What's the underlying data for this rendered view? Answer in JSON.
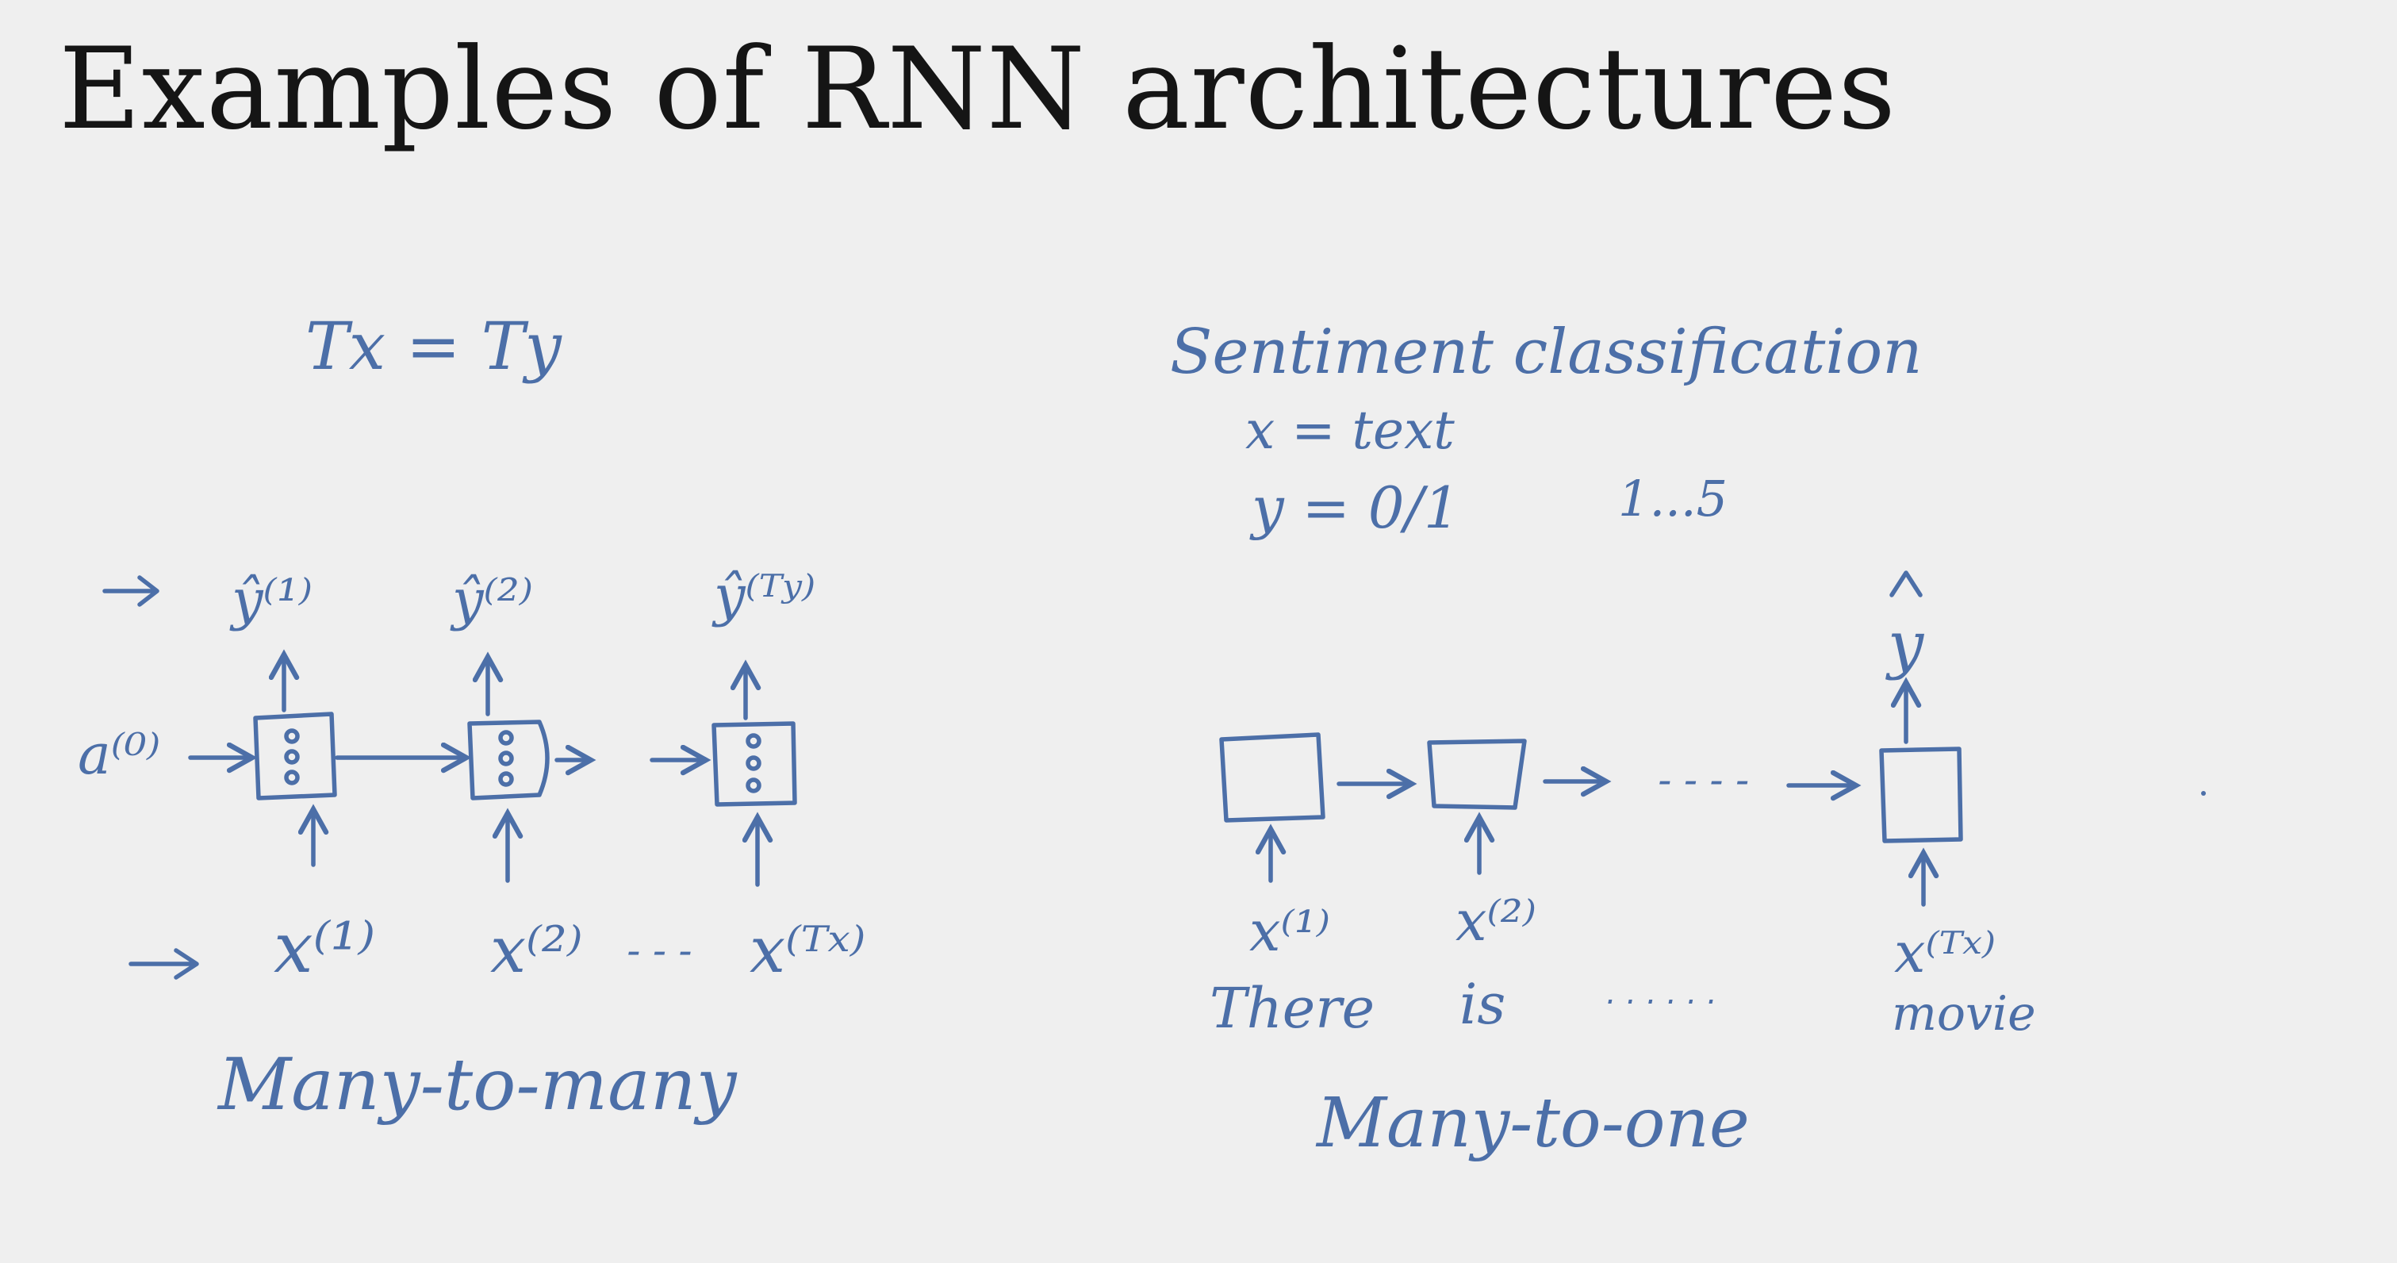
{
  "title": "Examples of RNN architectures",
  "left_diagram": {
    "equation": "Tx = Ty",
    "init_activation": "a⁽⁰⁾",
    "outputs": [
      "ŷ⁽¹⁾",
      "ŷ⁽²⁾",
      "ŷ⁽ᵀʸ⁾"
    ],
    "inputs": [
      "x⁽¹⁾",
      "x⁽²⁾",
      "x⁽ᵀˣ⁾"
    ],
    "ellipsis": "- - -",
    "caption": "Many-to-many"
  },
  "right_diagram": {
    "heading": "Sentiment classification",
    "x_def": "x = text",
    "y_def": "y = 0/1",
    "y_range": "1...5",
    "output": "y",
    "inputs": [
      "x⁽¹⁾",
      "x⁽²⁾",
      "x⁽ᵀˣ⁾"
    ],
    "words": [
      "There",
      "is",
      "movie"
    ],
    "word_ellipsis": ". . . . . .",
    "chain_ellipsis": "- - - -",
    "caption": "Many-to-one"
  }
}
